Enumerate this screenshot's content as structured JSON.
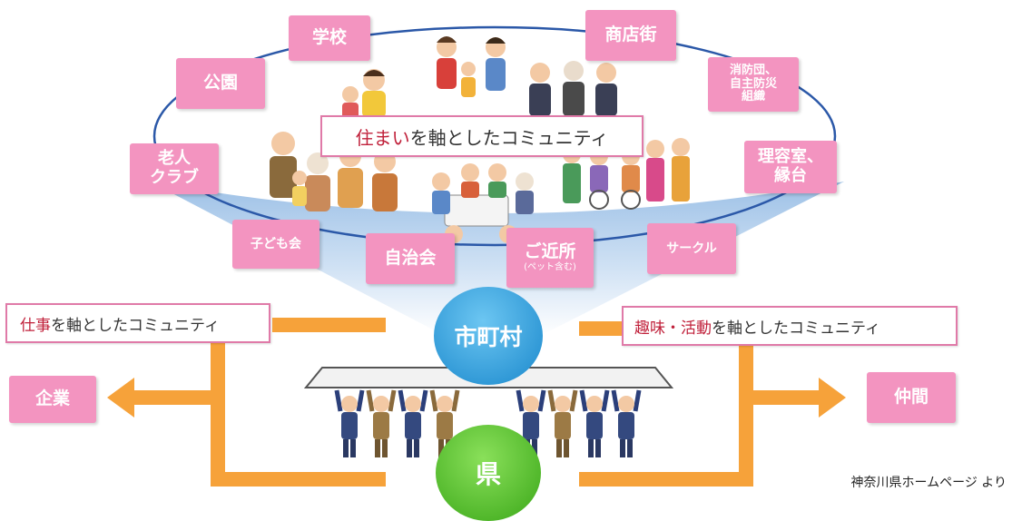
{
  "center": {
    "housing": {
      "accent": "住まい",
      "rest": "を軸としたコミュニティ"
    },
    "work": {
      "accent": "仕事",
      "rest": "を軸としたコミュニティ"
    },
    "hobby": {
      "accent": "趣味・活動",
      "rest": "を軸としたコミュニティ"
    }
  },
  "groups": {
    "school": "学校",
    "park": "公園",
    "shopping": "商店街",
    "fire": "消防団、\n自主防災\n組織",
    "elderly": "老人\nクラブ",
    "barber": "理容室、\n縁台",
    "kids": "子ども会",
    "neighborhood_assoc": "自治会",
    "neighbors": "ご近所",
    "neighbors_note": "(ペット含む)",
    "circle": "サークル"
  },
  "nodes": {
    "municipality": "市町村",
    "prefecture": "県",
    "company": "企業",
    "friends": "仲間"
  },
  "credit": "神奈川県ホームページ より",
  "colors": {
    "pink": "#f394c0",
    "orange": "#f6a23a",
    "blue": "#2da0dc",
    "green": "#58c42a",
    "funnel": "#bcd5ee"
  }
}
